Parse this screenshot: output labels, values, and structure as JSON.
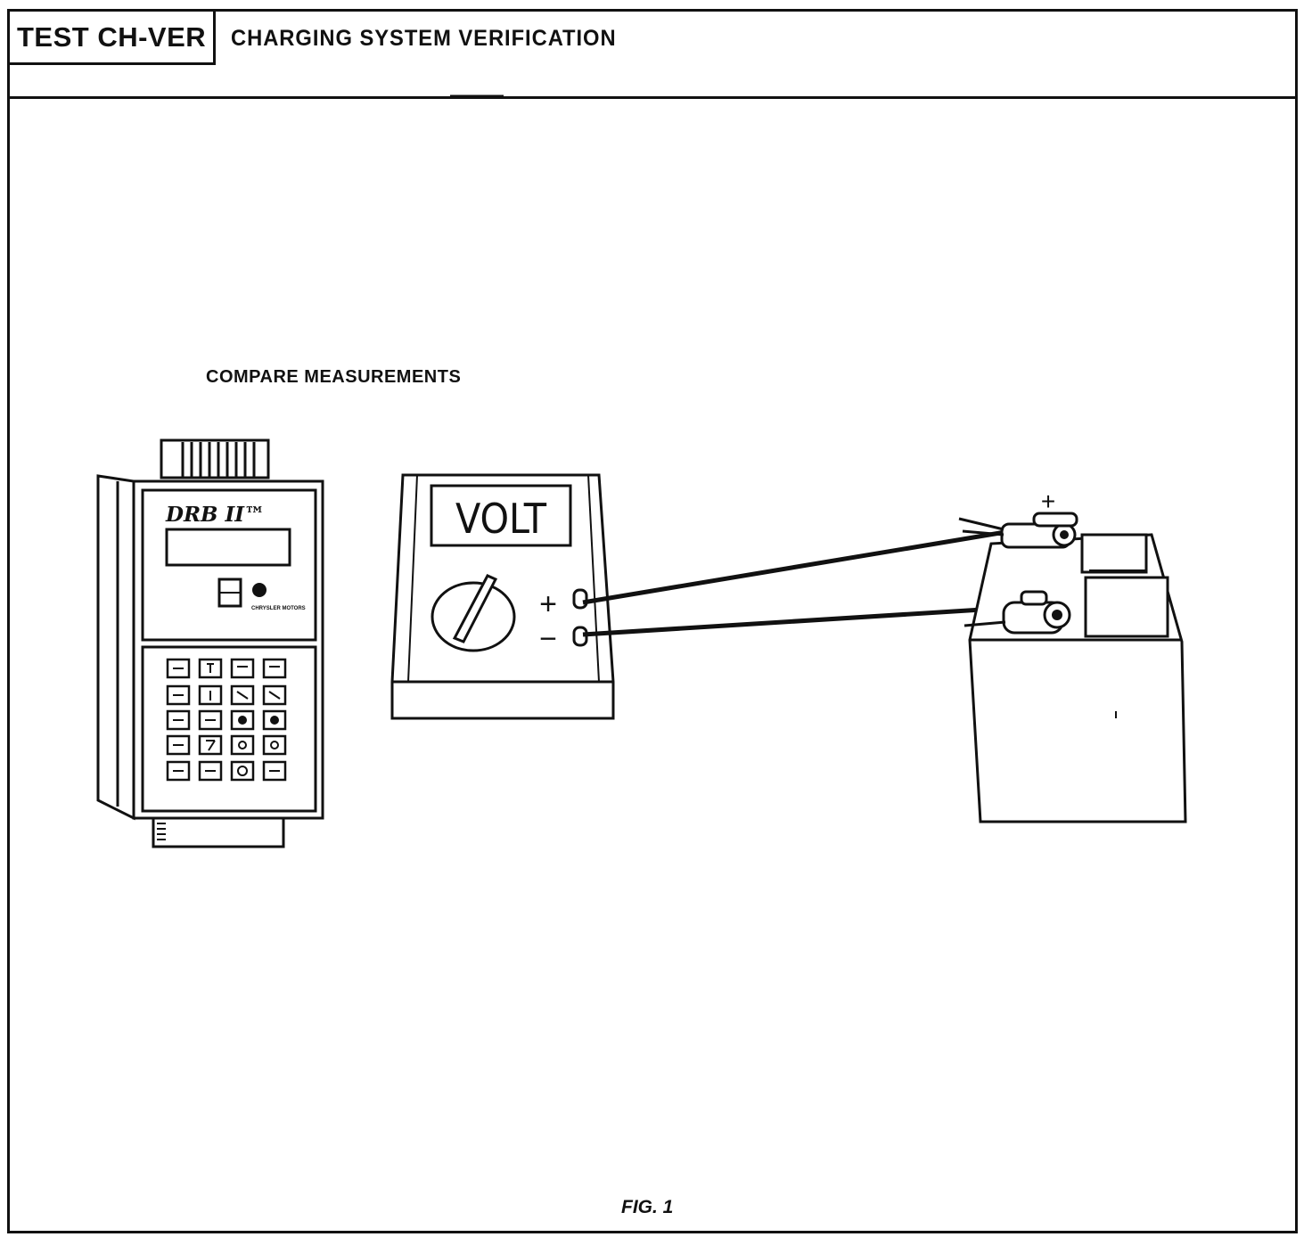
{
  "header": {
    "test_id": "TEST CH-VER",
    "title": "CHARGING SYSTEM VERIFICATION"
  },
  "caption": "COMPARE MEASUREMENTS",
  "figure_label": "FIG. 1",
  "scan_tester": {
    "brand": "DRB II™",
    "maker": "CHRYSLER MOTORS"
  },
  "voltmeter": {
    "display": "VOLT",
    "plus_sign": "+",
    "minus_sign": "−"
  },
  "battery": {
    "positive_sign": "+"
  }
}
